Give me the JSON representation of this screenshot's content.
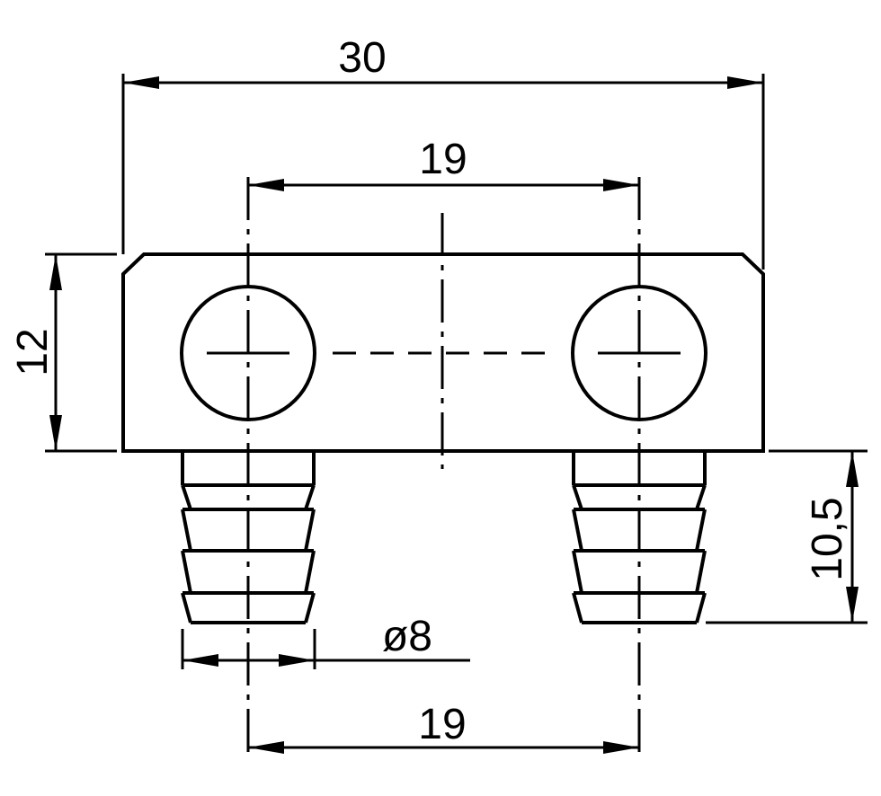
{
  "drawing": {
    "dimensions": {
      "overall_width": "30",
      "hole_spacing_top": "19",
      "height": "12",
      "barb_length": "10,5",
      "barb_diameter": "ø8",
      "barb_spacing_bottom": "19"
    },
    "line_color": "#000000",
    "background": "#ffffff"
  }
}
